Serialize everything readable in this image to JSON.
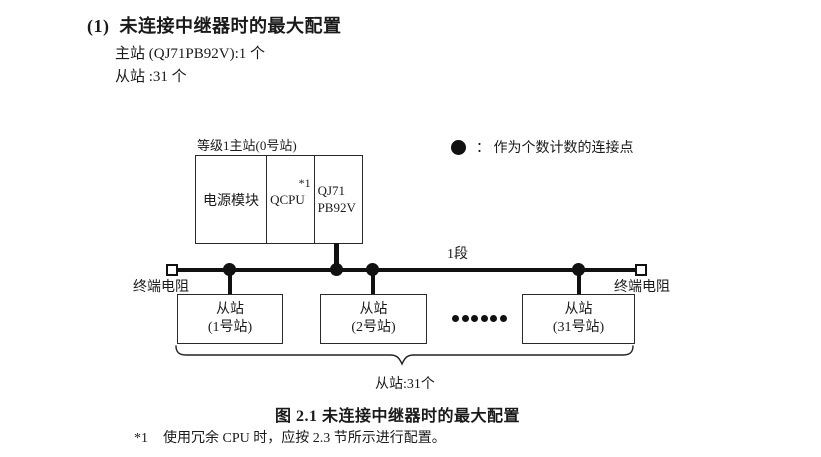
{
  "colors": {
    "ink": "#1a1a1a",
    "line": "#111111",
    "background": "#ffffff"
  },
  "heading": {
    "number": "(1)",
    "title": "未连接中继器时的最大配置",
    "master_line": "主站 (QJ71PB92V):1 个",
    "slave_line": "从站 :31 个"
  },
  "legend": {
    "dot_icon": "connection-point-dot",
    "text": "：  作为个数计数的连接点"
  },
  "diagram": {
    "master_label": "等级1主站(0号站)",
    "master_cells": [
      {
        "label": "电源模块"
      },
      {
        "label": "QCPU",
        "note": "*1"
      },
      {
        "line1": "QJ71",
        "line2": "PB92V"
      }
    ],
    "segment_label": "1段",
    "terminator_left": "终端电阻",
    "terminator_right": "终端电阻",
    "slaves": [
      {
        "line1": "从站",
        "line2": "(1号站)"
      },
      {
        "line1": "从站",
        "line2": "(2号站)"
      },
      {
        "line1": "从站",
        "line2": "(31号站)"
      }
    ],
    "brace_label": "从站:31个"
  },
  "caption": "图 2.1 未连接中继器时的最大配置",
  "footnote": {
    "marker": "*1",
    "text": "使用冗余 CPU 时，应按 2.3 节所示进行配置。"
  }
}
